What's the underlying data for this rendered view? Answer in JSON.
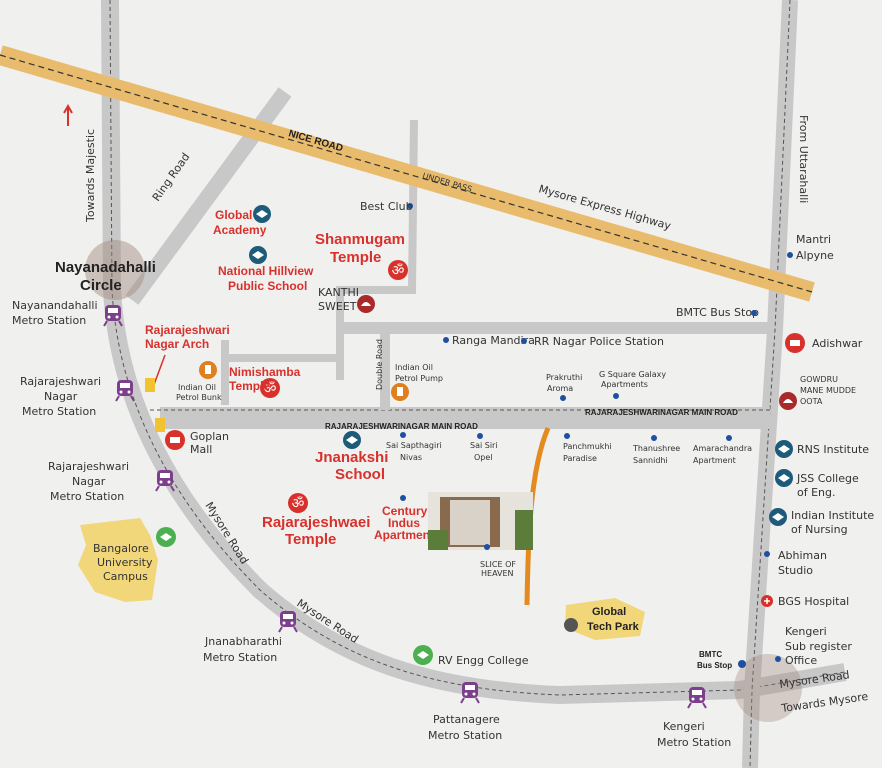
{
  "colors": {
    "road": "#c8c8c8",
    "nice_road": "#e9bb6c",
    "label_red": "#d8312c",
    "dot_blue": "#1f4fa0",
    "metro": "#7b3f8c",
    "tech_road": "#e58a1f"
  },
  "roads": {
    "nice_road": "NICE ROAD",
    "under_pass": "UNDER PASS",
    "mysore_express": "Mysore Express Highway",
    "ring_road": "Ring Road",
    "towards_majestic": "Towards Majestic",
    "from_uttarahalli": "From Uttarahalli",
    "double_road": "Double Road",
    "main_road": "RAJARAJESHWARINAGAR  MAIN ROAD",
    "mysore_road": "Mysore Road",
    "towards_mysore": "Towards Mysore"
  },
  "junctions": {
    "nayanadahalli": [
      "Nayanadahalli",
      "Circle"
    ]
  },
  "metro_stations": [
    {
      "lines": [
        "Nayanandahalli",
        "Metro Station"
      ]
    },
    {
      "lines": [
        "Rajarajeshwari",
        "Nagar",
        "Metro Station"
      ]
    },
    {
      "lines": [
        "Rajarajeshwari",
        "Nagar",
        "Metro Station"
      ]
    },
    {
      "lines": [
        "Jnanabharathi",
        "Metro Station"
      ]
    },
    {
      "lines": [
        "Pattanagere",
        "Metro Station"
      ]
    },
    {
      "lines": [
        "Kengeri",
        "Metro Station"
      ]
    }
  ],
  "landmarks_red": {
    "global_academy": [
      "Global",
      "Academy"
    ],
    "national_hillview": [
      "National Hillview",
      "Public School"
    ],
    "shanmugam": [
      "Shanmugam",
      "Temple"
    ],
    "rr_arch": [
      "Rajarajeshwari",
      "Nagar Arch"
    ],
    "nimishamba": [
      "Nimishamba",
      "Temple"
    ],
    "jnanakshi": [
      "Jnanakshi",
      "School"
    ],
    "rr_temple": [
      "Rajarajeshwaei",
      "Temple"
    ],
    "century": [
      "Century",
      "Indus",
      "Apartment"
    ]
  },
  "places": {
    "best_club": "Best Club",
    "kanthi": [
      "KANTHI",
      "SWEET"
    ],
    "bmtc_top": "BMTC Bus Stop",
    "ranga": "Ranga Mandira",
    "police": "RR Nagar Police Station",
    "io_pump": [
      "Indian Oil",
      "Petrol Pump"
    ],
    "io_bunk": [
      "Indian Oil",
      "Petrol Bunk"
    ],
    "prakruthi": [
      "Prakruthi",
      "Aroma"
    ],
    "gsquare": [
      "G Square Galaxy",
      "Apartments"
    ],
    "goplan": [
      "Goplan",
      "Mall"
    ],
    "sai_sapthagiri": [
      "Sai Sapthagiri",
      "Nivas"
    ],
    "sai_siri": [
      "Sai Siri",
      "Opel"
    ],
    "panchmukhi": [
      "Panchmukhi",
      "Paradise"
    ],
    "thanushree": [
      "Thanushree",
      "Sannidhi"
    ],
    "amarachandra": [
      "Amarachandra",
      "Apartment"
    ],
    "slice": [
      "SLICE OF",
      "HEAVEN"
    ],
    "bu": [
      "Bangalore",
      "University",
      "Campus"
    ],
    "global_tech": [
      "Global",
      "Tech Park"
    ],
    "rv": "RV Engg College",
    "bmtc_bottom": [
      "BMTC",
      "Bus Stop"
    ],
    "kengeri_sub": [
      "Kengeri",
      "Sub register",
      "Office"
    ]
  },
  "right_column": {
    "mantri": [
      "Mantri",
      "Alpyne"
    ],
    "adishwar": "Adishwar",
    "gowdru": [
      "GOWDRU",
      "MANE MUDDE",
      "OOTA"
    ],
    "rns": "RNS Institute",
    "jss": [
      "JSS College",
      "of Eng."
    ],
    "iin": [
      "Indian Institute",
      "of Nursing"
    ],
    "abhiman": [
      "Abhiman",
      "Studio"
    ],
    "bgs": "BGS Hospital"
  }
}
